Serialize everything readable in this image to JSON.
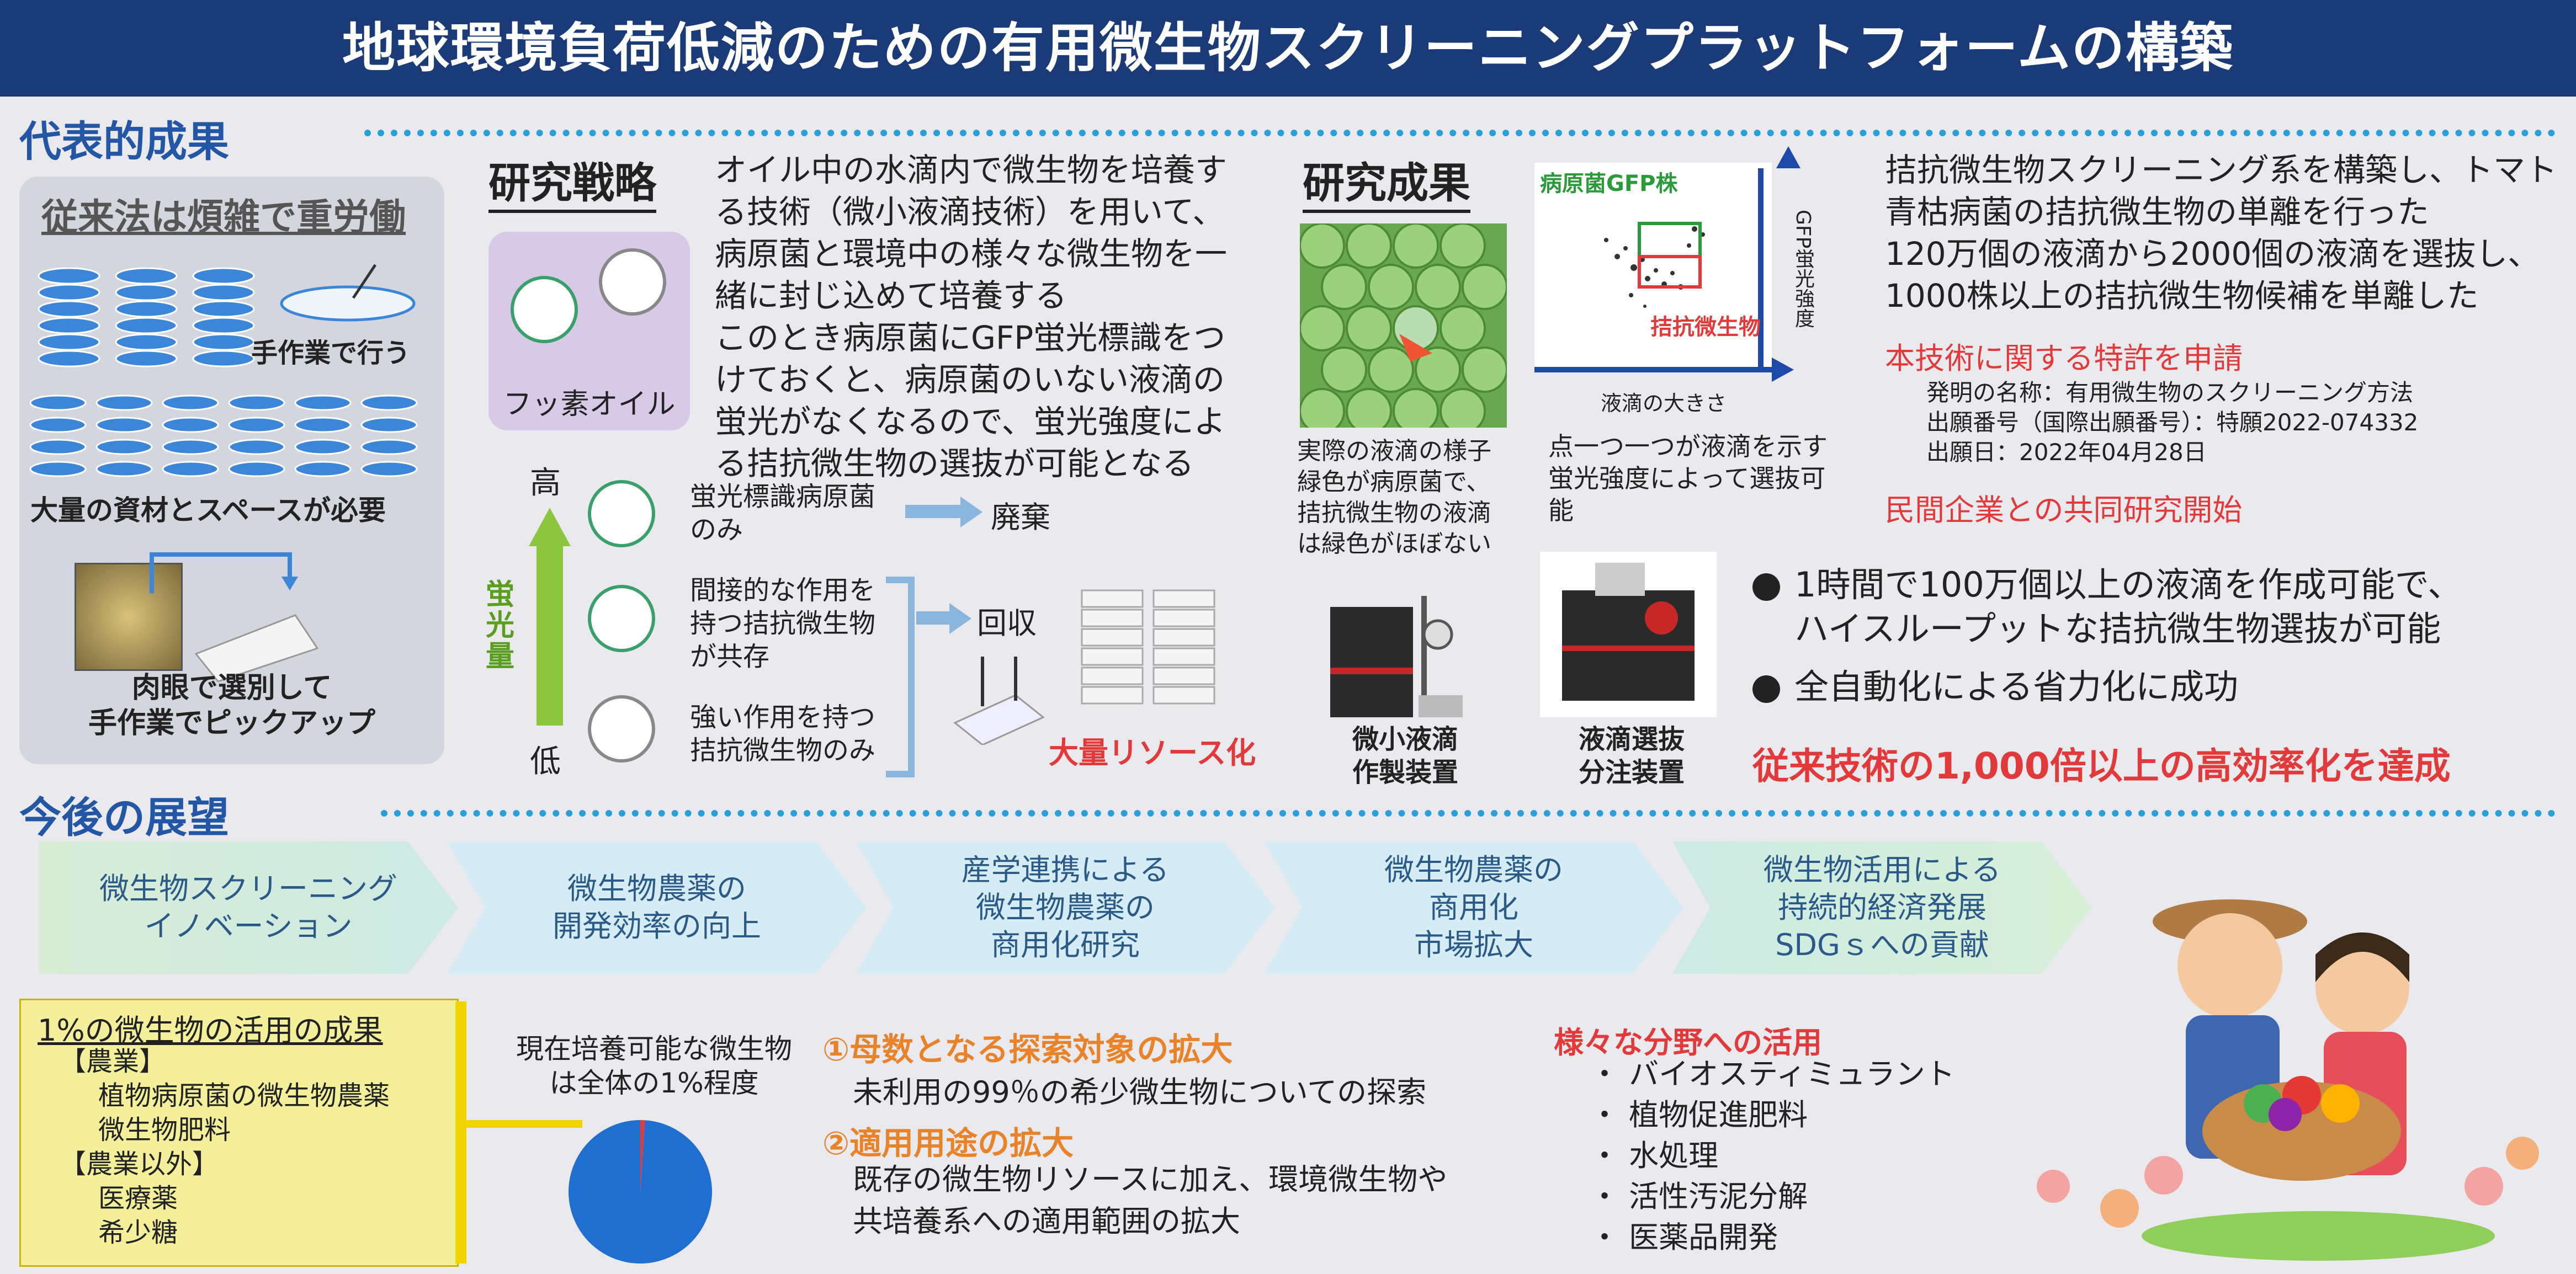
{
  "title": "地球環境負荷低減のための有用微生物スクリーニングプラットフォームの構築",
  "sections": {
    "results": "代表的成果",
    "outlook": "今後の展望"
  },
  "conventional": {
    "heading": "従来法は煩雑で重労働",
    "manual": "手作業で行う",
    "materials": "大量の資材とスペースが必要",
    "pickup_1": "肉眼で選別して",
    "pickup_2": "手作業でピックアップ"
  },
  "strategy": {
    "heading": "研究戦略",
    "oil_label": "フッ素オイル",
    "text": [
      "オイル中の水滴内で微生物を培養す",
      "る技術（微小液滴技術）を用いて、",
      "病原菌と環境中の様々な微生物を一",
      "緒に封じ込めて培養する",
      "このとき病原菌にGFP蛍光標識をつ",
      "けておくと、病原菌のいない液滴の",
      "蛍光がなくなるので、蛍光強度によ",
      "る拮抗微生物の選抜が可能となる"
    ],
    "high": "高",
    "low": "低",
    "axis": "蛍光量",
    "rows": [
      {
        "l1": "蛍光標識病原菌",
        "l2": "のみ"
      },
      {
        "l1": "間接的な作用を",
        "l2": "持つ拮抗微生物",
        "l3": "が共存"
      },
      {
        "l1": "強い作用を持つ",
        "l2": "拮抗微生物のみ"
      }
    ],
    "discard": "廃棄",
    "collect": "回収",
    "resource": "大量リソース化"
  },
  "research": {
    "heading": "研究成果",
    "droplet_caption": [
      "実際の液滴の様子",
      "緑色が病原菌で、",
      "拮抗微生物の液滴",
      "は緑色がほぼない"
    ],
    "plot_gfp": "病原菌GFP株",
    "plot_antag": "拮抗微生物",
    "plot_x": "液滴の大きさ",
    "plot_y": "GFP蛍光強度",
    "plot_caption": [
      "点一つ一つが液滴を示す",
      "蛍光強度によって選抜可",
      "能"
    ],
    "device1": [
      "微小液滴",
      "作製装置"
    ],
    "device2": [
      "液滴選抜",
      "分注装置"
    ]
  },
  "summary": {
    "lines": [
      "拮抗微生物スクリーニング系を構築し、トマト",
      "青枯病菌の拮抗微生物の単離を行った",
      "120万個の液滴から2000個の液滴を選抜し、",
      "1000株以上の拮抗微生物候補を単離した"
    ],
    "patent_heading": "本技術に関する特許を申請",
    "patent_lines": [
      "発明の名称：有用微生物のスクリーニング方法",
      "出願番号（国際出願番号）：特願2022-074332",
      "出願日：2022年04月28日"
    ],
    "collab": "民間企業との共同研究開始",
    "bullets": [
      "1時間で100万個以上の液滴を作成可能で、",
      "ハイスループットな拮抗微生物選抜が可能",
      "全自動化による省力化に成功"
    ],
    "achievement": "従来技術の1,000倍以上の高効率化を達成"
  },
  "flow": [
    [
      "微生物スクリーニング",
      "イノベーション"
    ],
    [
      "微生物農薬の",
      "開発効率の向上"
    ],
    [
      "産学連携による",
      "微生物農薬の",
      "商用化研究"
    ],
    [
      "微生物農薬の",
      "商用化",
      "市場拡大"
    ],
    [
      "微生物活用による",
      "持続的経済発展",
      "SDGｓへの貢献"
    ]
  ],
  "one_percent": {
    "heading": "1%の微生物の活用の成果",
    "lines": [
      "【農業】",
      "植物病原菌の微生物農薬",
      "微生物肥料",
      "【農業以外】",
      "医療薬",
      "希少糖"
    ]
  },
  "culture": {
    "l1": "現在培養可能な微生物",
    "l2": "は全体の1%程度"
  },
  "chart_data": {
    "type": "pie",
    "values": [
      99,
      1
    ],
    "colors": [
      "#1f6fd1",
      "#e23a3a"
    ]
  },
  "expansion": {
    "h1": "①母数となる探索対象の拡大",
    "t1": "未利用の99％の希少微生物についての探索",
    "h2": "②適用用途の拡大",
    "t2a": "既存の微生物リソースに加え、環境微生物や",
    "t2b": "共培養系への適用範囲の拡大"
  },
  "fields": {
    "heading": "様々な分野への活用",
    "items": [
      "バイオスティミュラント",
      "植物促進肥料",
      "水処理",
      "活性汚泥分解",
      "医薬品開発"
    ]
  }
}
